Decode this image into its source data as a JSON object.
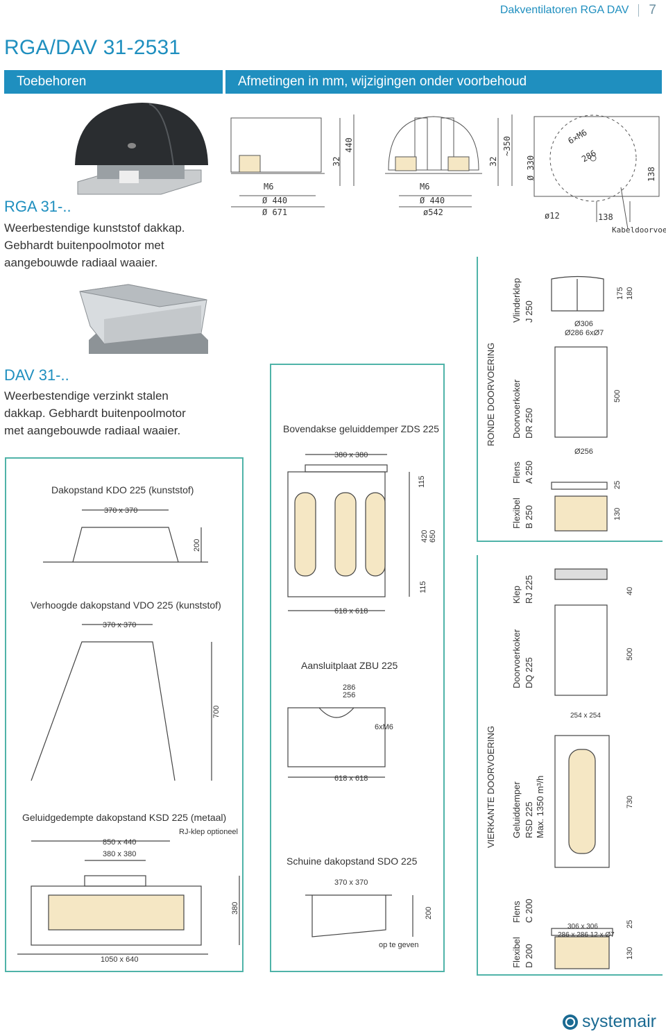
{
  "header": {
    "section": "Dakventilatoren RGA DAV",
    "page_number": "7"
  },
  "title": "RGA/DAV 31-2531",
  "bars": {
    "left": "Toebehoren",
    "right": "Afmetingen in mm, wijzigingen onder voorbehoud"
  },
  "products": {
    "rga": {
      "heading": "RGA 31-..",
      "lines": [
        "Weerbestendige kunststof dakkap.",
        "Gebhardt buitenpoolmotor met",
        "aangebouwde radiaal waaier."
      ]
    },
    "dav": {
      "heading": "DAV 31-..",
      "lines": [
        "Weerbestendige verzinkt stalen",
        "dakkap. Gebhardt buitenpoolmotor",
        "met aangebouwde radiaal waaier."
      ]
    }
  },
  "top_drawings": {
    "d1": {
      "m6": "M6",
      "d440": "Ø 440",
      "d671": "Ø 671",
      "h32": "32",
      "h440": "440"
    },
    "d2": {
      "m6": "M6",
      "d440": "Ø 440",
      "d542": "ø542",
      "h32": "32",
      "h350": "~350"
    },
    "d3": {
      "d330": "Ø 330",
      "holes": "6×M6",
      "d286": "286",
      "d12": "ø12",
      "w138": "138",
      "h138": "138",
      "cable": "Kabeldoorvoer"
    }
  },
  "accessories": {
    "kdo": {
      "title": "Dakopstand KDO 225 (kunststof)",
      "top": "370 x 370",
      "height": "200"
    },
    "vdo": {
      "title": "Verhoogde dakopstand VDO 225 (kunststof)",
      "top": "370 x 370",
      "height": "700"
    },
    "ksd": {
      "title": "Geluidgedempte dakopstand KSD 225 (metaal)",
      "option": "RJ-klep optioneel",
      "d1": "850 x 440",
      "d2": "380 x 380",
      "height": "380",
      "base": "1050 x 640"
    },
    "zds": {
      "title": "Bovendakse geluiddemper ZDS 225",
      "top": "380 x 380",
      "h115a": "115",
      "h420": "420",
      "h650": "650",
      "h115b": "115",
      "base": "618 x 618"
    },
    "zbu": {
      "title": "Aansluitplaat ZBU 225",
      "d286": "286",
      "d256": "256",
      "holes": "6xM6",
      "base": "618 x 618"
    },
    "sdo": {
      "title": "Schuine dakopstand SDO 225",
      "top": "370 x 370",
      "height": "200",
      "note": "op te geven"
    }
  },
  "ronde": {
    "group": "RONDE DOORVOERING",
    "j250": {
      "name": "Vlinderklep",
      "code": "J 250",
      "h175": "175",
      "h180": "180",
      "d306": "Ø306",
      "d286": "Ø286  6xØ7"
    },
    "dr250": {
      "name": "Doorvoerkoker",
      "code": "DR 250",
      "h500": "500",
      "d256": "Ø256"
    },
    "a250": {
      "name": "Flens",
      "code": "A 250",
      "h25": "25"
    },
    "b250": {
      "name": "Flexibel",
      "code": "B 250",
      "h130": "130"
    }
  },
  "verkante": {
    "group": "VIERKANTE DOORVOERING",
    "rj225": {
      "name": "Klep",
      "code": "RJ 225",
      "h40": "40"
    },
    "dq225": {
      "name": "Doorvoerkoker",
      "code": "DQ 225",
      "h500": "500",
      "size": "254 x 254"
    },
    "rsd225": {
      "name": "Geluiddemper",
      "code": "RSD 225",
      "max": "Max. 1350 m³/h",
      "h730": "730"
    },
    "c200": {
      "name": "Flens",
      "code": "C 200",
      "size1": "306 x 306",
      "size2": "286 x 286  12 x Ø7",
      "h25": "25"
    },
    "d200": {
      "name": "Flexibel",
      "code": "D 200",
      "h130": "130"
    }
  },
  "logo": {
    "text": "systemair"
  },
  "colors": {
    "brand": "#1f8fbf",
    "accent_border": "#4fb3a8"
  }
}
